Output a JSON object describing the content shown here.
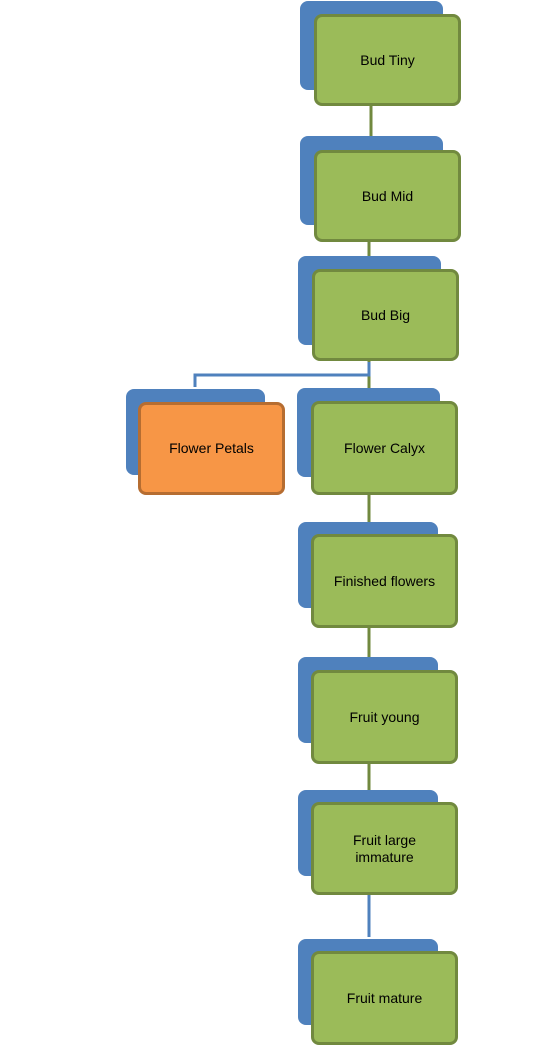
{
  "nodes": [
    {
      "id": "bud-tiny",
      "label": "Bud Tiny"
    },
    {
      "id": "bud-mid",
      "label": "Bud Mid"
    },
    {
      "id": "bud-big",
      "label": "Bud Big"
    },
    {
      "id": "flower-petals",
      "label": "Flower Petals"
    },
    {
      "id": "flower-calyx",
      "label": "Flower Calyx"
    },
    {
      "id": "finished-flowers",
      "label": "Finished flowers"
    },
    {
      "id": "fruit-young",
      "label": "Fruit young"
    },
    {
      "id": "fruit-large-immature",
      "label": "Fruit large immature"
    },
    {
      "id": "fruit-mature",
      "label": "Fruit mature"
    }
  ],
  "edges": [
    {
      "from": "bud-tiny",
      "to": "bud-mid"
    },
    {
      "from": "bud-mid",
      "to": "bud-big"
    },
    {
      "from": "bud-big",
      "to": "flower-petals"
    },
    {
      "from": "bud-big",
      "to": "flower-calyx"
    },
    {
      "from": "flower-calyx",
      "to": "finished-flowers"
    },
    {
      "from": "finished-flowers",
      "to": "fruit-young"
    },
    {
      "from": "fruit-young",
      "to": "fruit-large-immature"
    },
    {
      "from": "fruit-large-immature",
      "to": "fruit-mature"
    }
  ],
  "colors": {
    "node_fill": "#9bbb59",
    "node_border": "#71893f",
    "highlight_fill": "#f79646",
    "highlight_border": "#b66d31",
    "shadow": "#4f81bd",
    "green_connector": "#71893f",
    "blue_connector": "#4f81bd"
  }
}
